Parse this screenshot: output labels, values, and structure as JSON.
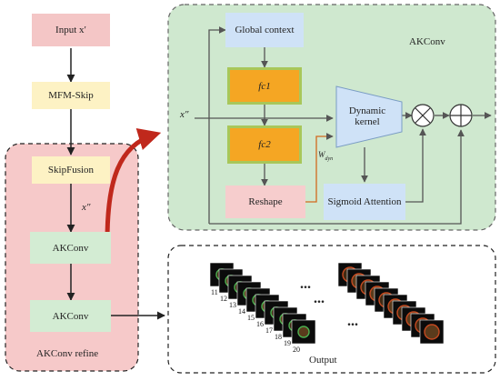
{
  "left_column": {
    "input": "Input x′",
    "mfm_skip": "MFM-Skip",
    "skip_fusion": "SkipFusion",
    "x_double_prime": "x″",
    "akconv_1": "AKConv",
    "akconv_2": "AKConv",
    "refine_label": "AKConv refine"
  },
  "akconv_module": {
    "title": "AKConv",
    "global_context": "Global context",
    "fc1": "fc1",
    "fc2": "fc2",
    "reshape": "Reshape",
    "dynamic_kernel": "Dynamic kernel",
    "sigmoid_attention": "Sigmoid Attention",
    "input_label": "x″",
    "weight_label": "W",
    "weight_subscript": "dyn",
    "multiply_symbol": "⊗",
    "add_symbol": "⊕"
  },
  "output_panel": {
    "label": "Output",
    "frame_numbers": [
      "11",
      "12",
      "13",
      "14",
      "15",
      "16",
      "17",
      "18",
      "19",
      "20"
    ],
    "ellipsis": "..."
  },
  "colors": {
    "pink_box": "#f4c6c6",
    "yellow_box": "#fdf2c4",
    "green_box": "#d3ecd3",
    "blue_box": "#cfe2f7",
    "orange_box": "#f5a623",
    "dashed_pink_bg": "#f6c9c9",
    "dashed_green_bg": "#cfe8cf",
    "red_arrow": "#c0281c"
  }
}
